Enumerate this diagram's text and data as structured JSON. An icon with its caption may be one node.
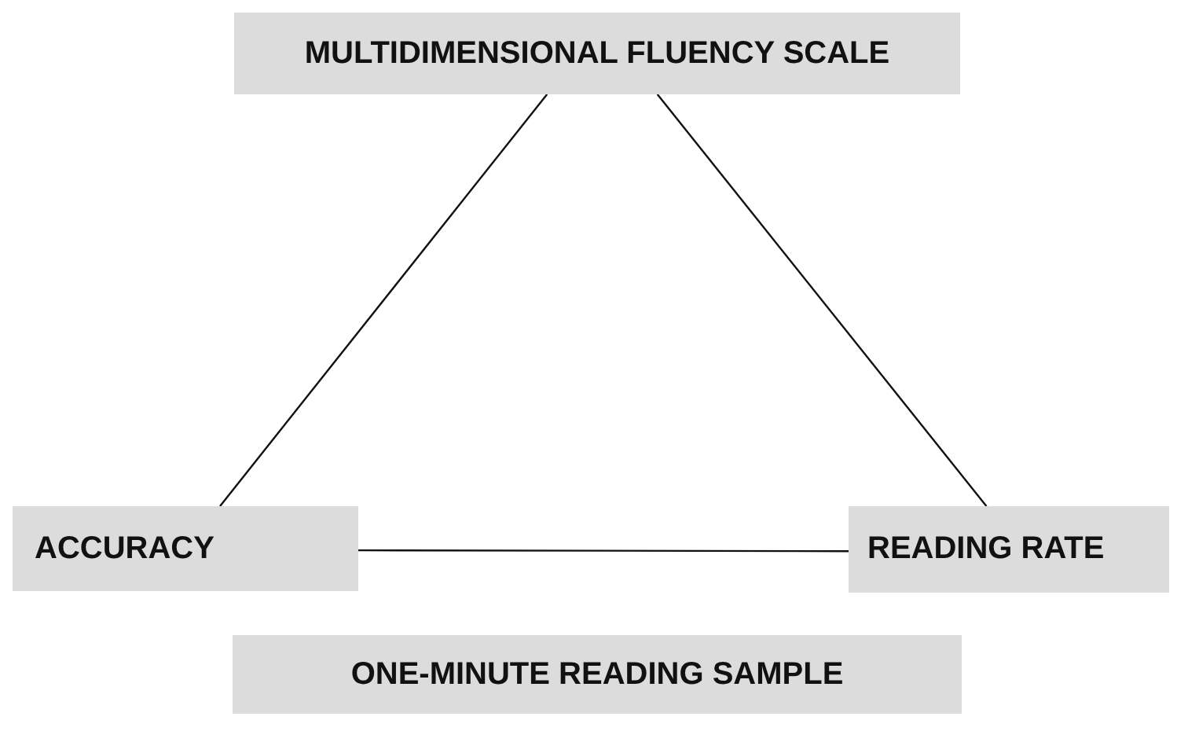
{
  "diagram": {
    "nodes": [
      {
        "text": [
          "MULTIDIMENSIONAL FLUENCY SCALE"
        ]
      },
      {
        "text": [
          "ACCURACY"
        ]
      },
      {
        "text": [
          "READING RATE"
        ]
      },
      {
        "text": [
          "ONE-MINUTE READING SAMPLE"
        ]
      }
    ],
    "edges": [
      {
        "from": 0,
        "to": 1,
        "arrow": "none"
      },
      {
        "from": 0,
        "to": 2,
        "arrow": "none"
      },
      {
        "from": 1,
        "to": 2,
        "arrow": "none"
      }
    ]
  }
}
